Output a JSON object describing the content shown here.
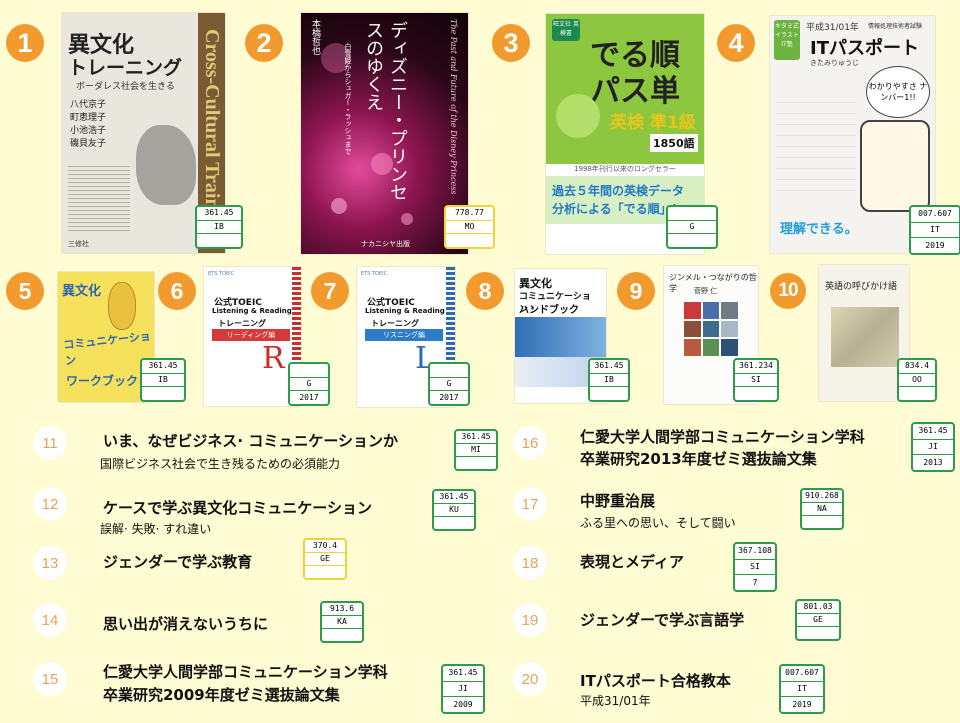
{
  "ranks": [
    "1",
    "2",
    "3",
    "4",
    "5",
    "6",
    "7",
    "8",
    "9",
    "10"
  ],
  "books_top": [
    {
      "call": "361.45",
      "code": "IB",
      "year": "",
      "cover": {
        "title1": "異文化",
        "title2": "トレーニング",
        "subtitle": "ボーダレス社会を生きる",
        "authors": [
          "八代京子",
          "町恵理子",
          "小池浩子",
          "磯貝友子"
        ],
        "spine": "Cross-Cultural Training",
        "publisher": "三修社"
      }
    },
    {
      "call": "778.77",
      "code": "MO",
      "year": "",
      "cover": {
        "title": "ディズニー・プリンセスのゆくえ",
        "subtitle": "白雪姫からシュガー・ラッシュまで",
        "author": "本橋哲也",
        "en": "The Past and Future of the Disney Princess",
        "publisher": "ナカニシヤ出版"
      }
    },
    {
      "call": "",
      "code": "G",
      "year": "",
      "cover": {
        "badge": "旺文社 英検書",
        "t1": "でる順",
        "t2": "パス単",
        "grade": "英検 準1級",
        "count": "1850語",
        "note": "1998年刊行以来のロングセラー",
        "catch1": "過去５年間の英検データ",
        "catch2": "分析による「でる順」!"
      }
    },
    {
      "call": "007.607",
      "code": "IT",
      "year": "2019",
      "cover": {
        "top": "平成31/01年",
        "top2": "情報処理技術者試験",
        "title": "ITパスポート",
        "author": "きたみりゅうじ",
        "bubble": "わかりやすさ ナンバー1!!",
        "side": "キタミ式 イラストIT塾",
        "bottom": "理解できる。"
      }
    },
    {
      "call": "361.45",
      "code": "IB",
      "year": "",
      "cover": {
        "title1": "異文化",
        "title2": "コミュニケーション",
        "title3": "ワークブック"
      }
    },
    {
      "call": "",
      "code": "G",
      "year": "2017",
      "cover": {
        "brand": "ETS TOEIC",
        "t1": "公式TOEIC",
        "t2": "Listening & Reading",
        "t3": "トレーニング",
        "band": "リーディング編",
        "letter": "R"
      }
    },
    {
      "call": "",
      "code": "G",
      "year": "2017",
      "cover": {
        "brand": "ETS TOEIC",
        "t1": "公式TOEIC",
        "t2": "Listening & Reading",
        "t3": "トレーニング",
        "band": "リスニング編",
        "letter": "L"
      }
    },
    {
      "call": "361.45",
      "code": "IB",
      "year": "",
      "cover": {
        "title1": "異文化",
        "title2": "コミュニケーション・",
        "title3": "ハンドブック"
      }
    },
    {
      "call": "361.234",
      "code": "SI",
      "year": "",
      "cover": {
        "title": "ジンメル・つながりの哲学",
        "author": "菅野 仁"
      }
    },
    {
      "call": "834.4",
      "code": "OO",
      "year": "",
      "cover": {
        "title": "英語の呼びかけ語"
      }
    }
  ],
  "list_left": [
    {
      "num": "11",
      "title": "いま、なぜビジネス· コミュニケーションか",
      "sub": "国際ビジネス社会で生き残るための必須能力",
      "call": "361.45",
      "code": "MI",
      "year": ""
    },
    {
      "num": "12",
      "title": "ケースで学ぶ異文化コミュニケーション",
      "sub": "誤解· 失敗· すれ違い",
      "call": "361.45",
      "code": "KU",
      "year": ""
    },
    {
      "num": "13",
      "title": "ジェンダーで学ぶ教育",
      "sub": "",
      "call": "370.4",
      "code": "GE",
      "year": ""
    },
    {
      "num": "14",
      "title": "思い出が消えないうちに",
      "sub": "",
      "call": "913.6",
      "code": "KA",
      "year": ""
    },
    {
      "num": "15",
      "title": "仁愛大学人間学部コミュニケーション学科",
      "title2": "卒業研究2009年度ゼミ選抜論文集",
      "sub": "",
      "call": "361.45",
      "code": "JI",
      "year": "2009"
    }
  ],
  "list_right": [
    {
      "num": "16",
      "title": "仁愛大学人間学部コミュニケーション学科",
      "title2": "卒業研究2013年度ゼミ選抜論文集",
      "sub": "",
      "call": "361.45",
      "code": "JI",
      "year": "2013"
    },
    {
      "num": "17",
      "title": "中野重治展",
      "sub": "ふる里への思い、そして闘い",
      "call": "910.268",
      "code": "NA",
      "year": ""
    },
    {
      "num": "18",
      "title": "表現とメディア",
      "sub": "",
      "call": "367.108",
      "code": "SI",
      "year": "7"
    },
    {
      "num": "19",
      "title": "ジェンダーで学ぶ言語学",
      "sub": "",
      "call": "801.03",
      "code": "GE",
      "year": ""
    },
    {
      "num": "20",
      "title": "ITパスポート合格教本",
      "sub": "平成31/01年",
      "call": "007.607",
      "code": "IT",
      "year": "2019"
    }
  ]
}
